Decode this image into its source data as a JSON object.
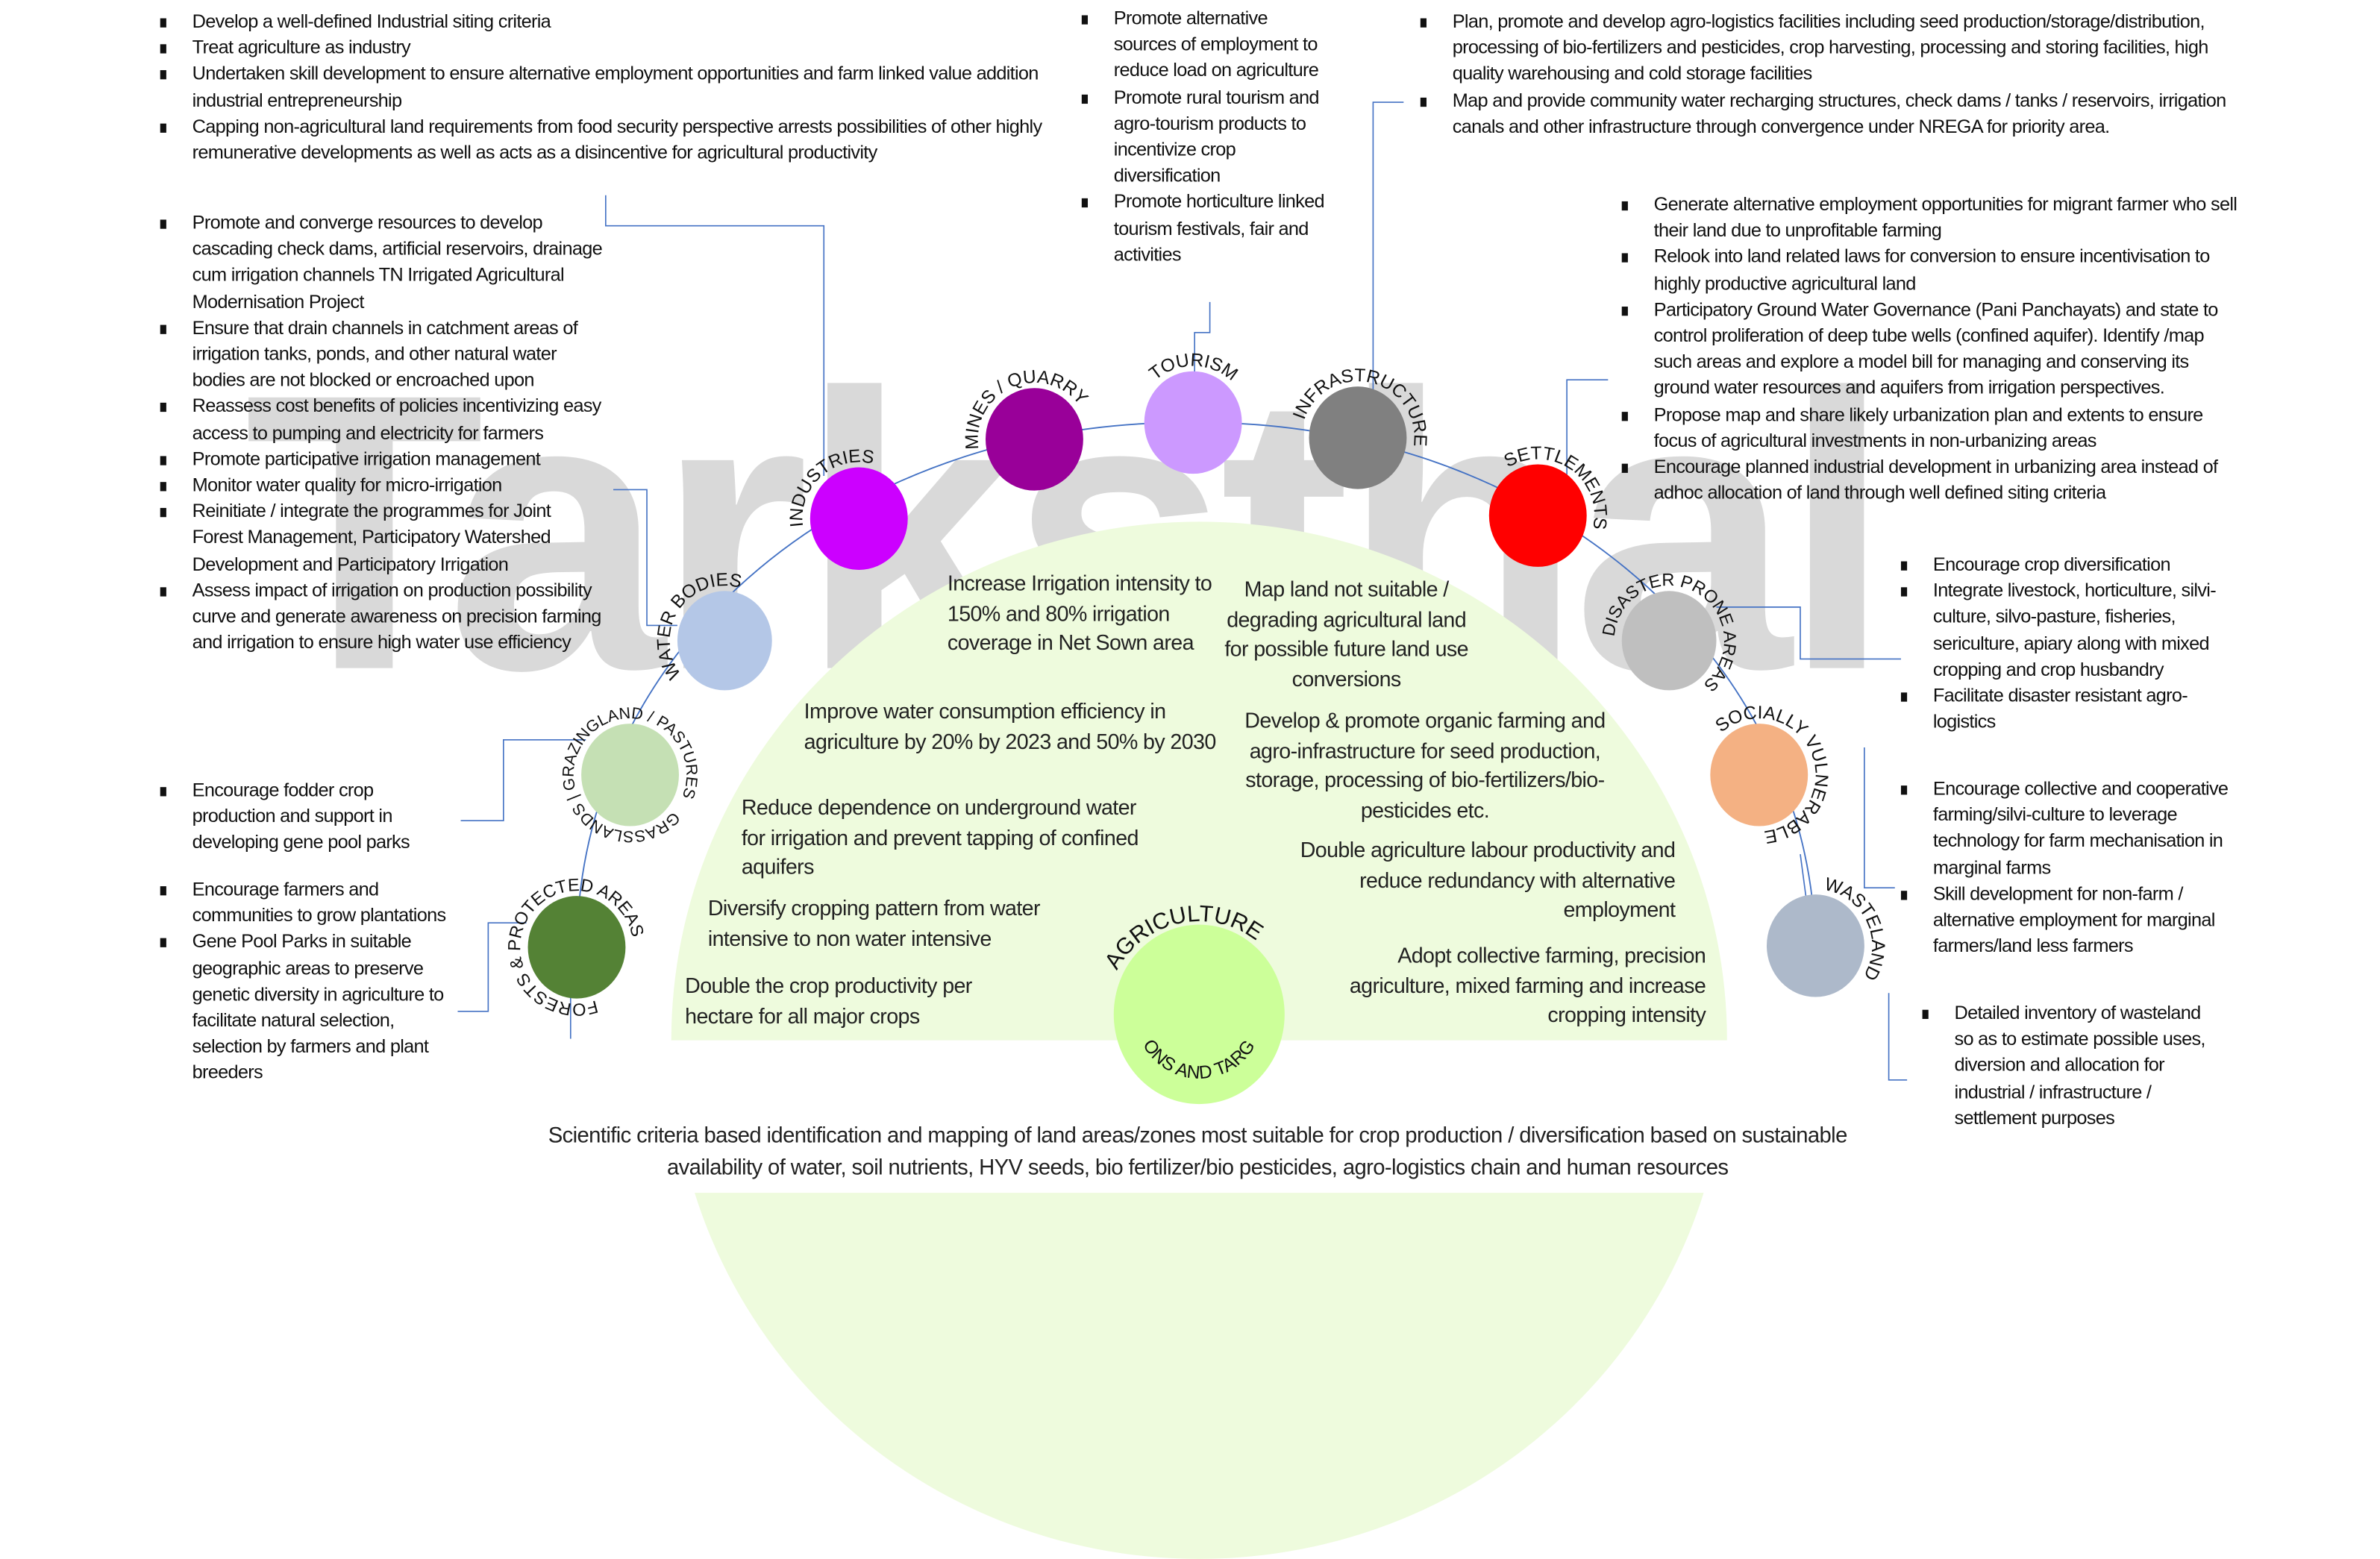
{
  "watermark": "Tarksthal",
  "nodes": [
    {
      "id": "industries",
      "label": "INDUSTRIES",
      "color": "#cc00ff"
    },
    {
      "id": "mines",
      "label": "MINES / QUARRY",
      "color": "#990099"
    },
    {
      "id": "tourism",
      "label": "TOURISM",
      "color": "#cc99ff"
    },
    {
      "id": "infrastructure",
      "label": "INFRASTRUCTURE",
      "color": "#808080"
    },
    {
      "id": "settlements",
      "label": "SETTLEMENTS",
      "color": "#ff0000"
    },
    {
      "id": "water-bodies",
      "label": "WATER BODIES",
      "color": "#b4c7e7"
    },
    {
      "id": "disaster-prone",
      "label": "DISASTER PRONE AREAS",
      "color": "#bfbfbf"
    },
    {
      "id": "grasslands",
      "label": "GRASSLANDS | GRAZINGLAND / PASTURES",
      "color": "#c5e0b4"
    },
    {
      "id": "socially-vulnerable",
      "label": "SOCIALLY VULNERABLE",
      "color": "#f4b183"
    },
    {
      "id": "forests",
      "label": "FORESTS & PROTECTED AREAS",
      "color": "#548235"
    },
    {
      "id": "wasteland",
      "label": "WASTELAND",
      "color": "#adb9ca"
    },
    {
      "id": "agriculture",
      "label": "AGRICULTURE",
      "sublabel": "VISIONS AND TARGETS",
      "color": "#ccff99"
    }
  ],
  "blocks": {
    "industries": [
      "Develop a well-defined Industrial siting criteria",
      "Treat agriculture as industry",
      "Undertaken skill development to ensure alternative employment opportunities and farm linked value addition industrial entrepreneurship",
      "Capping non-agricultural land requirements from food security perspective arrests possibilities of other highly remunerative developments as well as acts as a disincentive for agricultural productivity"
    ],
    "water": [
      "Promote and converge resources to develop cascading check dams, artificial reservoirs, drainage cum irrigation channels TN Irrigated Agricultural Modernisation Project",
      "Ensure that drain channels in catchment areas of irrigation tanks, ponds, and other natural water bodies are not blocked or encroached upon",
      "Reassess cost benefits of policies incentivizing easy access to pumping and electricity for farmers",
      "Promote participative irrigation management",
      "Monitor water quality for micro-irrigation",
      "Reinitiate / integrate the programmes for Joint Forest Management, Participatory Watershed Development and Participatory Irrigation",
      "Assess impact of irrigation on production possibility curve and generate awareness on precision farming and irrigation to ensure high water use efficiency"
    ],
    "grasslands": [
      "Encourage fodder crop production and support in developing gene pool parks"
    ],
    "forests": [
      "Encourage farmers and communities to grow plantations",
      "Gene Pool Parks in suitable geographic areas to preserve genetic diversity in agriculture to facilitate natural selection, selection by farmers and plant breeders"
    ],
    "tourism": [
      "Promote alternative sources of employment to reduce load on agriculture",
      "Promote rural tourism and agro-tourism products to incentivize crop diversification",
      "Promote horticulture linked tourism festivals, fair and activities"
    ],
    "infrastructure": [
      "Plan, promote and develop agro-logistics facilities including seed production/storage/distribution, processing of bio-fertilizers and pesticides, crop harvesting, processing and storing facilities, high quality warehousing and cold storage facilities",
      "Map and provide community water recharging structures, check dams / tanks / reservoirs, irrigation canals and other infrastructure through convergence under NREGA for priority area."
    ],
    "settlements": [
      "Generate alternative employment opportunities for migrant farmer who sell their land due to unprofitable farming",
      "Relook into land related laws for conversion to ensure incentivisation to highly productive agricultural land",
      "Participatory Ground Water Governance (Pani Panchayats) and state to control proliferation of deep tube wells (confined aquifer). Identify /map such areas and explore a model bill for managing and conserving its ground water resources and aquifers from irrigation perspectives.",
      "Propose map and share likely urbanization plan and extents to ensure focus of agricultural investments in non-urbanizing areas",
      "Encourage planned industrial development in urbanizing area instead of adhoc allocation of land through well defined siting criteria"
    ],
    "disaster": [
      "Encourage crop diversification",
      "Integrate livestock, horticulture, silvi-culture, silvo-pasture, fisheries, sericulture, apiary along with mixed cropping and crop husbandry",
      "Facilitate disaster resistant agro-logistics"
    ],
    "socially": [
      "Encourage collective and cooperative farming/silvi-culture to leverage technology for farm mechanisation in marginal farms",
      "Skill development for non-farm / alternative employment for marginal farmers/land less farmers"
    ],
    "wasteland": [
      "Detailed inventory of wasteland so as to estimate possible uses, diversion and allocation for industrial / infrastructure / settlement purposes"
    ]
  },
  "targets": {
    "irrigation": "Increase Irrigation intensity to 150% and 80% irrigation coverage in Net Sown area",
    "map_land": "Map land not suitable / degrading agricultural land for possible future land use conversions",
    "water_eff": "Improve water consumption efficiency in agriculture by 20% by 2023 and 50% by 2030",
    "organic": "Develop & promote organic farming and agro-infrastructure for seed production, storage, processing of bio-fertilizers/bio-pesticides etc.",
    "groundwater": "Reduce dependence on underground water for irrigation and prevent tapping of confined aquifers",
    "labour": "Double agriculture labour productivity and reduce redundancy with alternative employment",
    "diversify": "Diversify cropping pattern from water intensive to non water intensive",
    "collective": "Adopt collective farming, precision agriculture, mixed farming and increase cropping intensity",
    "productivity": "Double the crop productivity per hectare for all major crops"
  },
  "footer": "Scientific criteria based identification and mapping of land areas/zones most suitable for crop production / diversification based on sustainable availability of water, soil nutrients, HYV seeds, bio fertilizer/bio pesticides, agro-logistics chain and human resources"
}
